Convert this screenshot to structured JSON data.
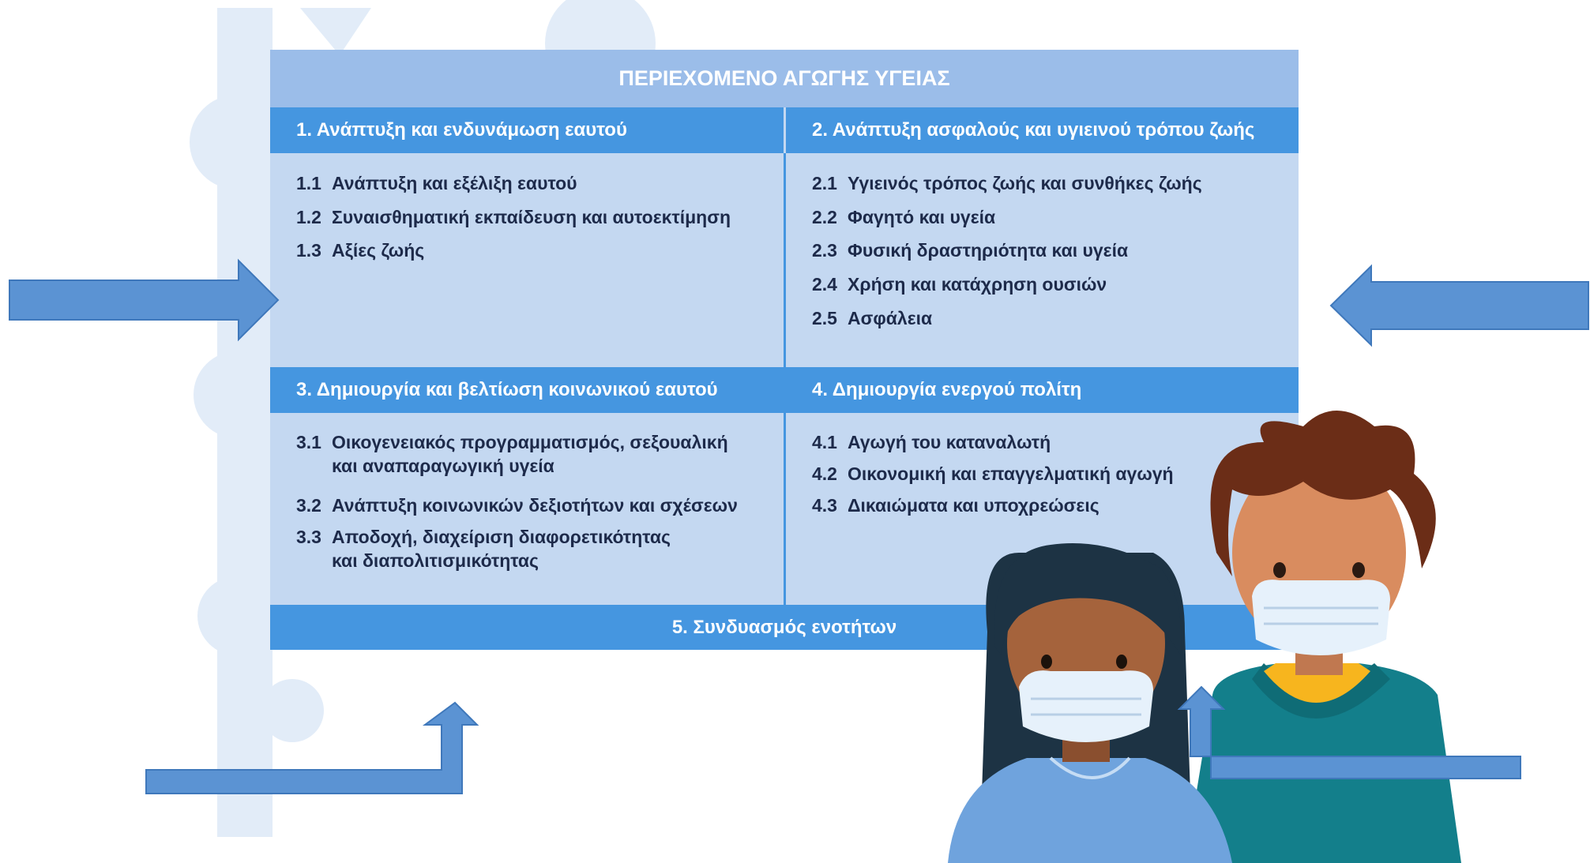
{
  "colors": {
    "title_bar": "#9bbde9",
    "section_header": "#4596e0",
    "section_body": "#c4d8f1",
    "arrow": "#5b93d3",
    "virus_bg": "#e2ecf8"
  },
  "table": {
    "title": "ΠΕΡΙΕΧΟΜΕΝΟ ΑΓΩΓΗΣ ΥΓΕΙΑΣ",
    "sections": [
      {
        "heading": "1. Ανάπτυξη και ενδυνάμωση εαυτού",
        "items": [
          {
            "num": "1.1",
            "lines": [
              "Ανάπτυξη και εξέλιξη εαυτού"
            ]
          },
          {
            "num": "1.2",
            "lines": [
              "Συναισθηματική εκπαίδευση και αυτοεκτίμηση"
            ]
          },
          {
            "num": "1.3",
            "lines": [
              "Αξίες ζωής"
            ]
          }
        ]
      },
      {
        "heading": "2. Ανάπτυξη ασφαλούς και υγιεινού τρόπου ζωής",
        "items": [
          {
            "num": "2.1",
            "lines": [
              "Υγιεινός τρόπος ζωής και συνθήκες ζωής"
            ]
          },
          {
            "num": "2.2",
            "lines": [
              "Φαγητό και υγεία"
            ]
          },
          {
            "num": "2.3",
            "lines": [
              "Φυσική δραστηριότητα και υγεία"
            ]
          },
          {
            "num": "2.4",
            "lines": [
              "Χρήση και κατάχρηση ουσιών"
            ]
          },
          {
            "num": "2.5",
            "lines": [
              "Ασφάλεια"
            ]
          }
        ]
      },
      {
        "heading": "3. Δημιουργία και βελτίωση κοινωνικού εαυτού",
        "items": [
          {
            "num": "3.1",
            "lines": [
              "Οικογενειακός προγραμματισμός, σεξουαλική",
              "και αναπαραγωγική υγεία"
            ]
          },
          {
            "num": "3.2",
            "lines": [
              "Ανάπτυξη κοινωνικών δεξιοτήτων και σχέσεων"
            ]
          },
          {
            "num": "3.3",
            "lines": [
              "Αποδοχή, διαχείριση διαφορετικότητας",
              "και διαπολιτισμικότητας"
            ]
          }
        ]
      },
      {
        "heading": "4. Δημιουργία ενεργού πολίτη",
        "items": [
          {
            "num": "4.1",
            "lines": [
              "Αγωγή του καταναλωτή"
            ]
          },
          {
            "num": "4.2",
            "lines": [
              "Οικονομική και επαγγελματική αγωγή"
            ]
          },
          {
            "num": "4.3",
            "lines": [
              "Δικαιώματα και υποχρεώσεις"
            ]
          }
        ]
      }
    ],
    "footer": "5. Συνδυασμός ενοτήτων"
  },
  "illustration": {
    "figures": [
      "girl-with-mask",
      "boy-with-mask"
    ]
  },
  "arrows": [
    "arrow-right",
    "arrow-left",
    "arrow-bent-up-left",
    "arrow-bent-up-right"
  ]
}
